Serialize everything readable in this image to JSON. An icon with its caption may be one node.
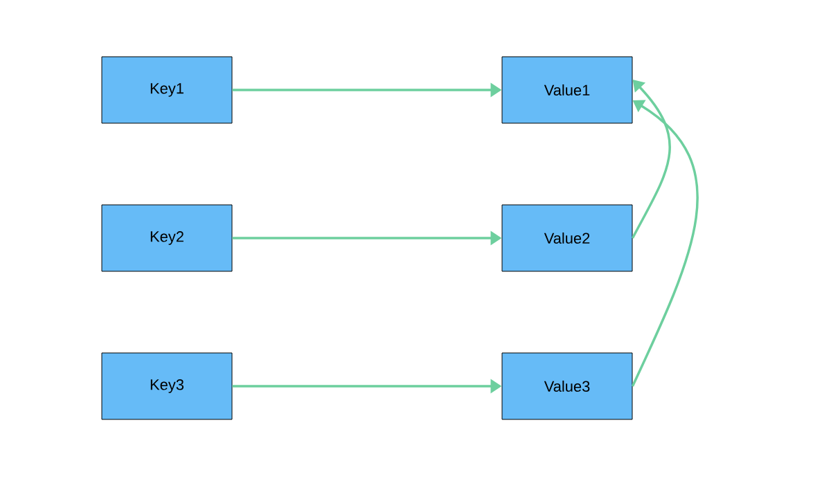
{
  "diagram": {
    "nodes": [
      {
        "text": [
          "Key1"
        ]
      },
      {
        "text": [
          "Value1"
        ]
      },
      {
        "text": [
          "Key2"
        ]
      },
      {
        "text": [
          "Value2"
        ]
      },
      {
        "text": [
          "Key3"
        ]
      },
      {
        "text": [
          "Value3"
        ]
      }
    ],
    "edges": [
      {
        "from": 0,
        "to": 1,
        "arrow": "to"
      },
      {
        "from": 2,
        "to": 3,
        "arrow": "to"
      },
      {
        "from": 4,
        "to": 5,
        "arrow": "to"
      },
      {
        "from": 3,
        "to": 1,
        "arrow": "to"
      },
      {
        "from": 5,
        "to": 1,
        "arrow": "to"
      }
    ]
  }
}
